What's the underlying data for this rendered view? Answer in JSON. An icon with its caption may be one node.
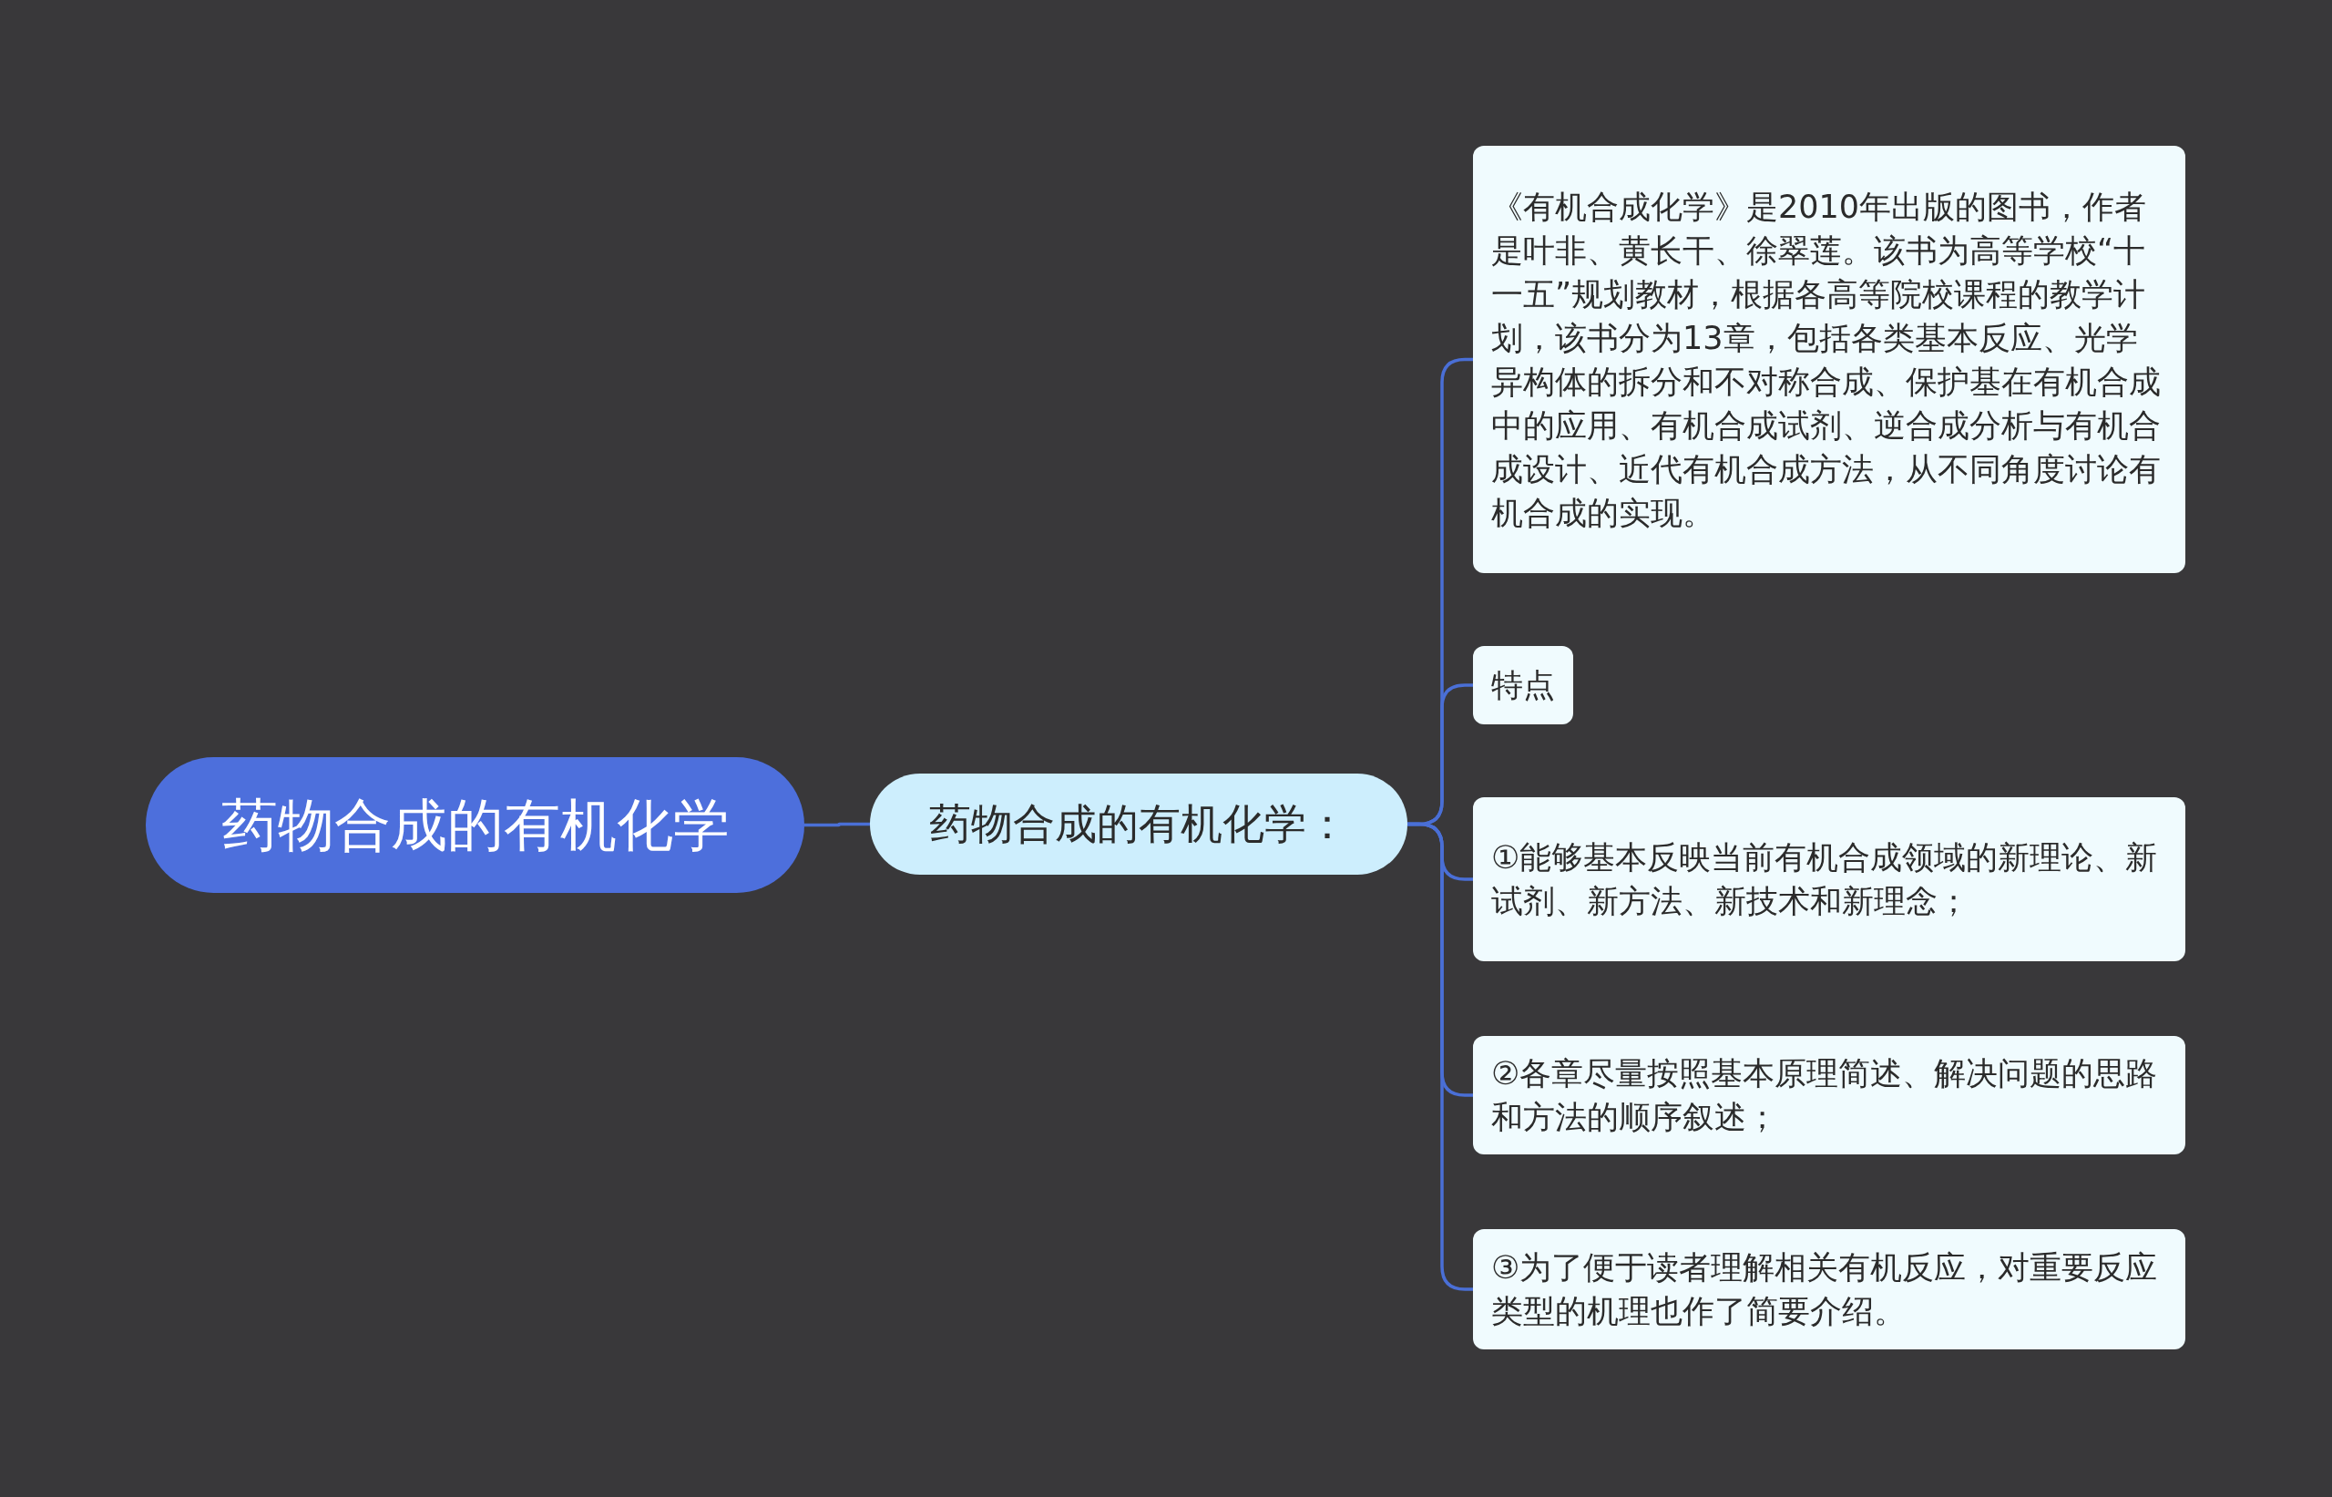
{
  "diagram": {
    "nodes": [
      {
        "text": [
          "药物合成的有机化学"
        ]
      },
      {
        "text": [
          "药物合成的有机化学："
        ]
      },
      {
        "text": [
          "《有机合成化学》是2010年出版的图书，作者是叶非、黄长干、徐翠莲。该书为高等学校“十一五”规划教材，根据各高等院校课程的教学计划，该书分为13章，包括各类基本反应、光学异构体的拆分和不对称合成、保护基在有机合成中的应用、有机合成试剂、逆合成分析与有机合成设计、近代有机合成方法，从不同角度讨论有机合成的实现。"
        ]
      },
      {
        "text": [
          "特点"
        ]
      },
      {
        "text": [
          "①能够基本反映当前有机合成领域的新理论、新试剂、新方法、新技术和新理念；"
        ]
      },
      {
        "text": [
          "②各章尽量按照基本原理简述、解决问题的思路和方法的顺序叙述；"
        ]
      },
      {
        "text": [
          "③为了便于读者理解相关有机反应，对重要反应类型的机理也作了简要介绍。"
        ]
      }
    ],
    "edges": [
      {
        "from": 0,
        "to": 1,
        "arrow": "none"
      },
      {
        "from": 1,
        "to": 2,
        "arrow": "none"
      },
      {
        "from": 1,
        "to": 3,
        "arrow": "none"
      },
      {
        "from": 1,
        "to": 4,
        "arrow": "none"
      },
      {
        "from": 1,
        "to": 5,
        "arrow": "none"
      },
      {
        "from": 1,
        "to": 6,
        "arrow": "none"
      }
    ]
  }
}
